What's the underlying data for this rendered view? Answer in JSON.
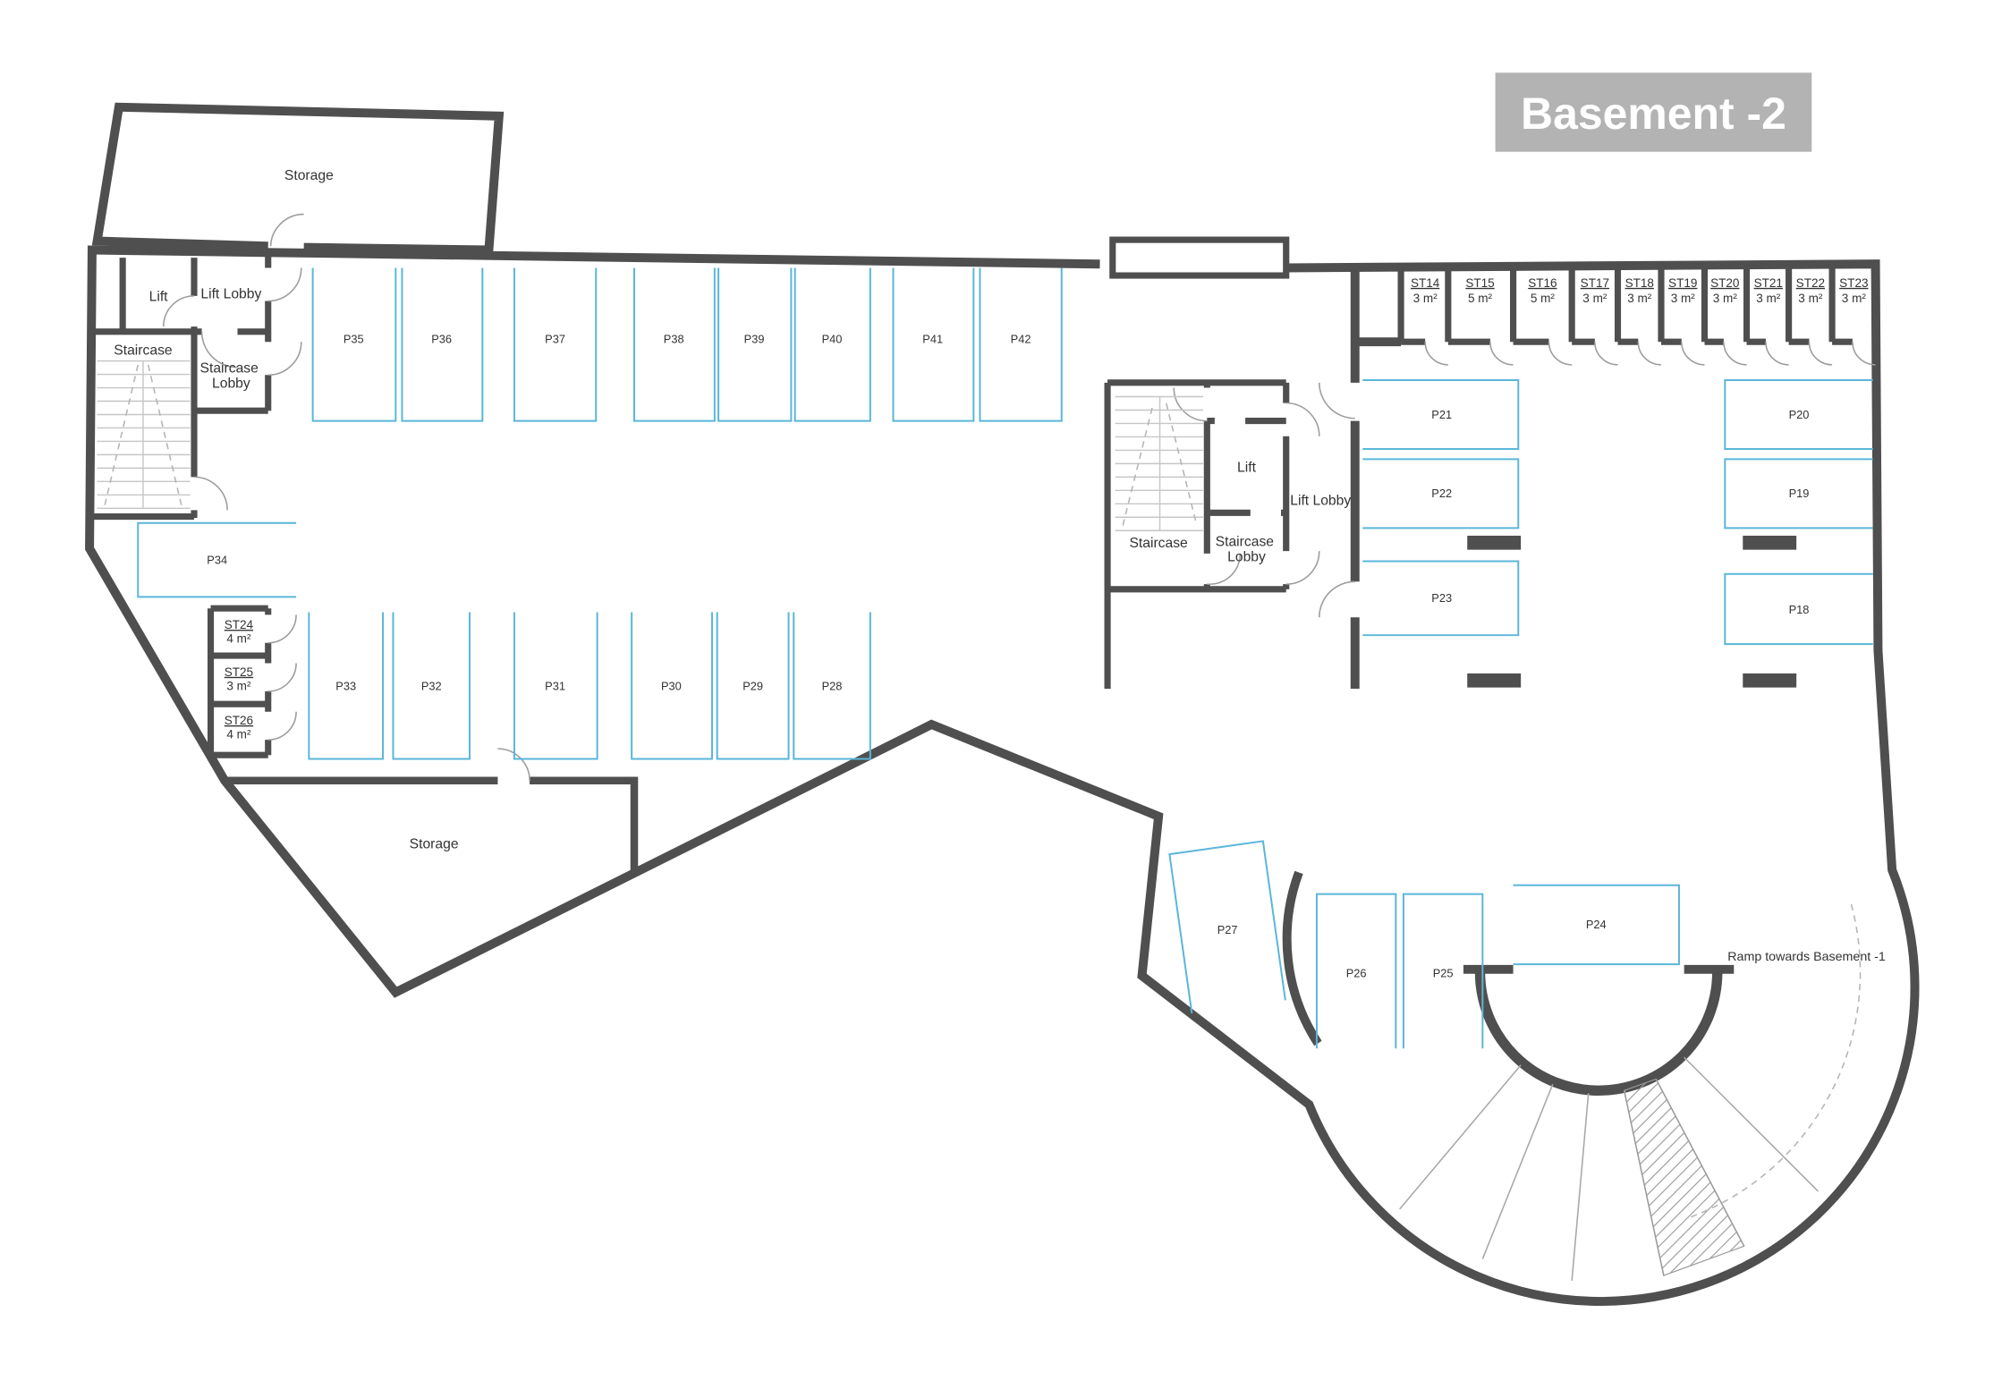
{
  "title": "Basement -2",
  "colors": {
    "wall": "#4f4f4f",
    "stall_line": "#5ab6da",
    "banner": "#b3b3b3",
    "label": "#333333",
    "stair_tread": "#c6c6c6",
    "door_arc": "#9c9c9c"
  },
  "rooms": {
    "lift": "Lift",
    "lift_lobby": "Lift Lobby",
    "staircase": "Staircase",
    "lobby": "Lobby",
    "storage": "Storage"
  },
  "ramp": {
    "label": "Ramp towards Basement -1"
  },
  "parking": {
    "p18": "P18",
    "p19": "P19",
    "p20": "P20",
    "p21": "P21",
    "p22": "P22",
    "p23": "P23",
    "p24": "P24",
    "p25": "P25",
    "p26": "P26",
    "p27": "P27",
    "p28": "P28",
    "p29": "P29",
    "p30": "P30",
    "p31": "P31",
    "p32": "P32",
    "p33": "P33",
    "p34": "P34",
    "p35": "P35",
    "p36": "P36",
    "p37": "P37",
    "p38": "P38",
    "p39": "P39",
    "p40": "P40",
    "p41": "P41",
    "p42": "P42"
  },
  "storage_units_top": [
    {
      "id": "ST14",
      "area": "3 m²"
    },
    {
      "id": "ST15",
      "area": "5 m²"
    },
    {
      "id": "ST16",
      "area": "5 m²"
    },
    {
      "id": "ST17",
      "area": "3 m²"
    },
    {
      "id": "ST18",
      "area": "3 m²"
    },
    {
      "id": "ST19",
      "area": "3 m²"
    },
    {
      "id": "ST20",
      "area": "3 m²"
    },
    {
      "id": "ST21",
      "area": "3 m²"
    },
    {
      "id": "ST22",
      "area": "3 m²"
    },
    {
      "id": "ST23",
      "area": "3 m²"
    }
  ],
  "storage_units_left": [
    {
      "id": "ST24",
      "area": "4 m²"
    },
    {
      "id": "ST25",
      "area": "3 m²"
    },
    {
      "id": "ST26",
      "area": "4 m²"
    }
  ]
}
